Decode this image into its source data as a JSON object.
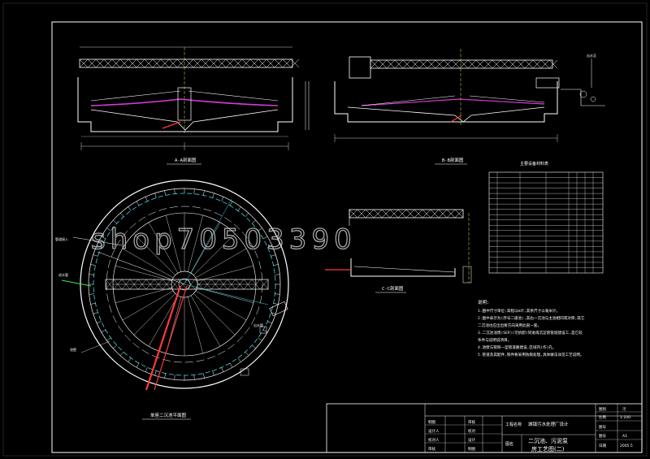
{
  "drawing": {
    "watermark": "shop70503390",
    "section_aa_label": "A-A剖面图",
    "section_bb_label": "B-B剖面图",
    "section_cc_label": "C-C剖面图",
    "plan_label": "单座二沉池平面图",
    "equipment_table_title": "主要设备材料表",
    "notes_title": "说明:",
    "notes": [
      "1.图中尺寸单位:高程以m计,其余尺寸以毫米计。",
      "2.图中表示为(序号二级池),其右一沉池与主池相同或对称,其它",
      "  二沉池也应出出要方向采用此剖一套。",
      "3.二沉池池周(SEP)(可拆卸)同进再沉淀管管道建设工,是它较",
      "  条件与说明说项目。",
      "4.池壁与管筒一型管道路建设,区域内(作)孔。",
      "5.管道及其配件,铁件要采用防腐处理,具体做法详见工艺说明。"
    ],
    "leader_labels": {
      "plan_left_top": "管道接入",
      "plan_left_mid": "进水管",
      "plan_left_bot": "池壁",
      "bb_right_top": "出水至",
      "plan_right": "出水管"
    }
  },
  "equipment_table": {
    "rows": 19
  },
  "title_block": {
    "company_line": "工程名称",
    "project_name": "城镇污水处理厂设计",
    "drawing_name_label": "图名",
    "drawing_name_1": "二沉池、污泥泵",
    "drawing_name_2": "房工艺图(二)",
    "roles": [
      "制图",
      "设计人",
      "校对人",
      "审核"
    ],
    "role_values": [
      "",
      "",
      "",
      ""
    ],
    "sign_labels": [
      "审核",
      "校对",
      "设计",
      "制图"
    ],
    "right_labels": {
      "drawing_type_label": "图别",
      "drawing_type_value": "污",
      "scale_label": "比例",
      "scale_value": "1:100",
      "number_label": "图号",
      "sheet_label": "图号",
      "sheet_value": "A1",
      "date_label": "日期",
      "date_value": "2005.5"
    }
  },
  "colors": {
    "background": "#000000",
    "line": "#ffffff",
    "cyan": "#39d8e8",
    "green": "#3ce65a",
    "red": "#ff3a3a",
    "magenta": "#d43cd4",
    "yellow": "#e8e83c"
  }
}
